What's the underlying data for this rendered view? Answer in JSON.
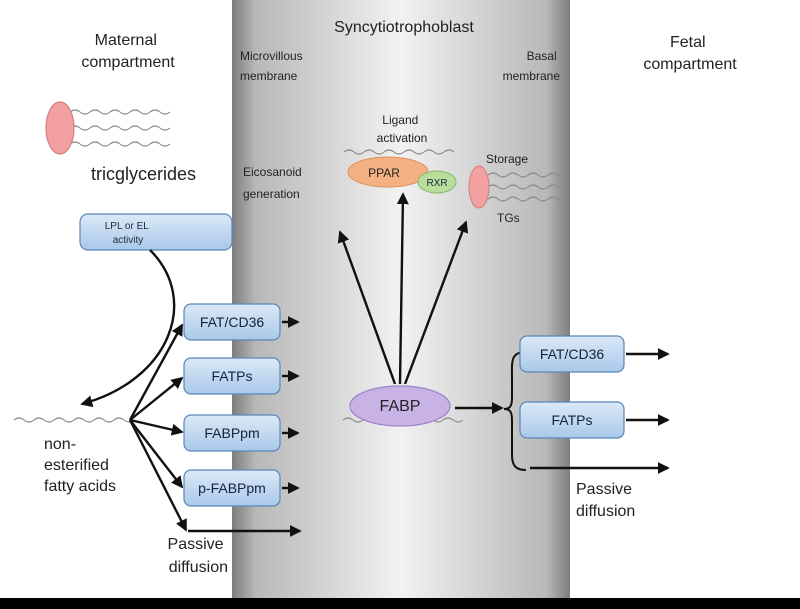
{
  "labels": {
    "maternal": [
      "Maternal",
      "compartment"
    ],
    "syncytio": "Syncytiotrophoblast",
    "microvillous": [
      "Microvillous",
      "membrane"
    ],
    "basal": [
      "Basal",
      "membrane"
    ],
    "fetal": [
      "Fetal",
      "compartment"
    ],
    "tricglycerides": "tricglycerides",
    "lpl": [
      "LPL or EL",
      "activity"
    ],
    "nefa": [
      "non-",
      "esterified",
      "fatty acids"
    ],
    "passive_left": [
      "Passive",
      "diffusion"
    ],
    "eicosanoid": [
      "Eicosanoid",
      "generation"
    ],
    "ligand": [
      "Ligand",
      "activation"
    ],
    "ppar": "PPAR",
    "rxr": "RXR",
    "storage": "Storage",
    "tgs": "TGs",
    "fabp": "FABP",
    "passive_right": [
      "Passive",
      "diffusion"
    ]
  },
  "maternal_transporters": [
    "FAT/CD36",
    "FATPs",
    "FABPpm",
    "p-FABPpm"
  ],
  "fetal_transporters": [
    "FAT/CD36",
    "FATPs"
  ],
  "colors": {
    "membrane_gray": "#7a7a7a",
    "box_fill": "#c6dcf2",
    "box_stroke": "#5a86b8",
    "lipid_head": "#f2a0a0",
    "ppar": "#f4b183",
    "rxr": "#b9dd9b",
    "fabp": "#c9b3e6"
  }
}
